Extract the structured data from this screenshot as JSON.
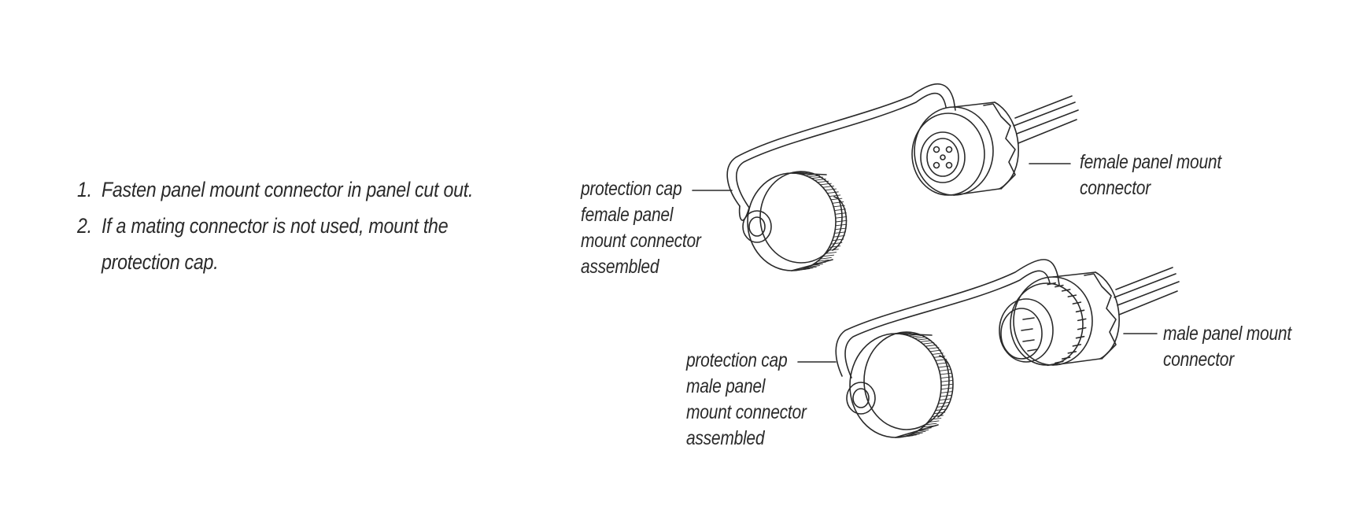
{
  "instructions": [
    {
      "number": "1.",
      "lines": [
        "Fasten panel mount connector in panel cut out."
      ]
    },
    {
      "number": "2.",
      "lines": [
        "If a mating connector is not used, mount the",
        "protection cap."
      ]
    }
  ],
  "labels": {
    "cap_female": [
      "protection cap",
      "female panel",
      "mount connector",
      "assembled"
    ],
    "female_connector": [
      "female panel mount",
      "connector"
    ],
    "cap_male": [
      "protection cap",
      "male panel",
      "mount connector",
      "assembled"
    ],
    "male_connector": [
      "male panel mount",
      "connector"
    ]
  }
}
